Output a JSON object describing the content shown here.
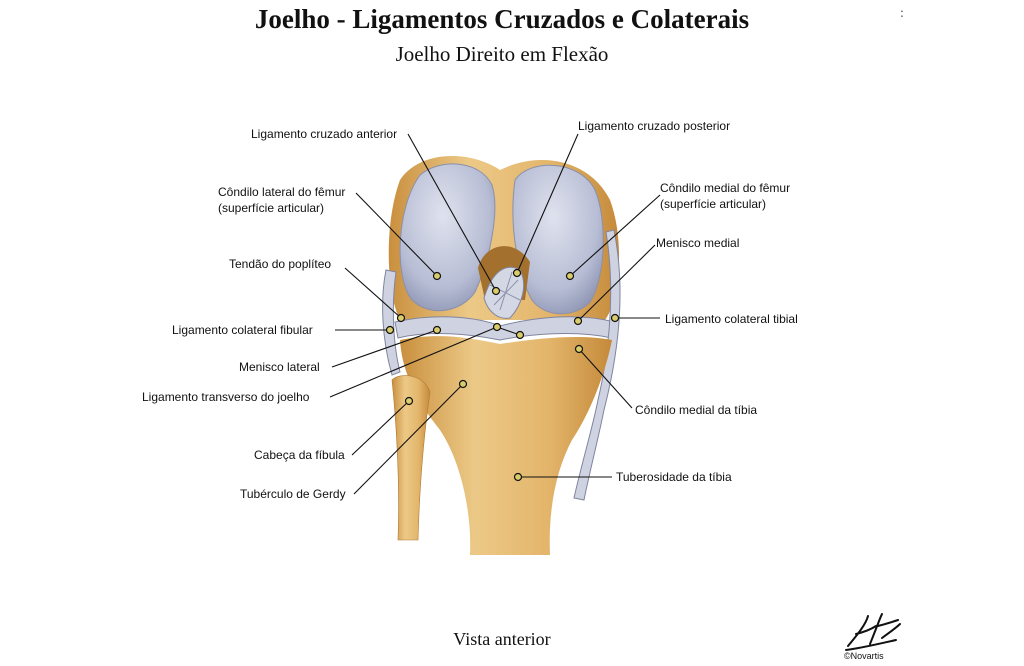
{
  "header": {
    "title": "Joelho - Ligamentos Cruzados e Colaterais",
    "subtitle": "Joelho Direito em Flexão",
    "stray_mark": ":"
  },
  "footer": {
    "view": "Vista anterior",
    "copyright": "©Novartis"
  },
  "labels": {
    "acl": "Ligamento cruzado anterior",
    "pcl": "Ligamento cruzado posterior",
    "lat_condyle_1": "Côndilo lateral do fêmur",
    "lat_condyle_2": "(superfície articular)",
    "med_condyle_1": "Côndilo medial do fêmur",
    "med_condyle_2": "(superfície articular)",
    "popliteus": "Tendão do poplíteo",
    "med_meniscus": "Menisco medial",
    "fib_collateral": "Ligamento colateral fibular",
    "tib_collateral": "Ligamento colateral tibial",
    "lat_meniscus": "Menisco lateral",
    "transverse": "Ligamento transverso do joelho",
    "med_tibial_condyle": "Côndilo medial da tíbia",
    "fibula_head": "Cabeça da fíbula",
    "tibial_tuberosity": "Tuberosidade da tíbia",
    "gerdy": "Tubérculo de Gerdy"
  },
  "colors": {
    "bone": "#e2b86f",
    "bone_dark": "#c8923f",
    "cartilage": "#b9bfd6",
    "ligament": "#d7d9e6"
  }
}
